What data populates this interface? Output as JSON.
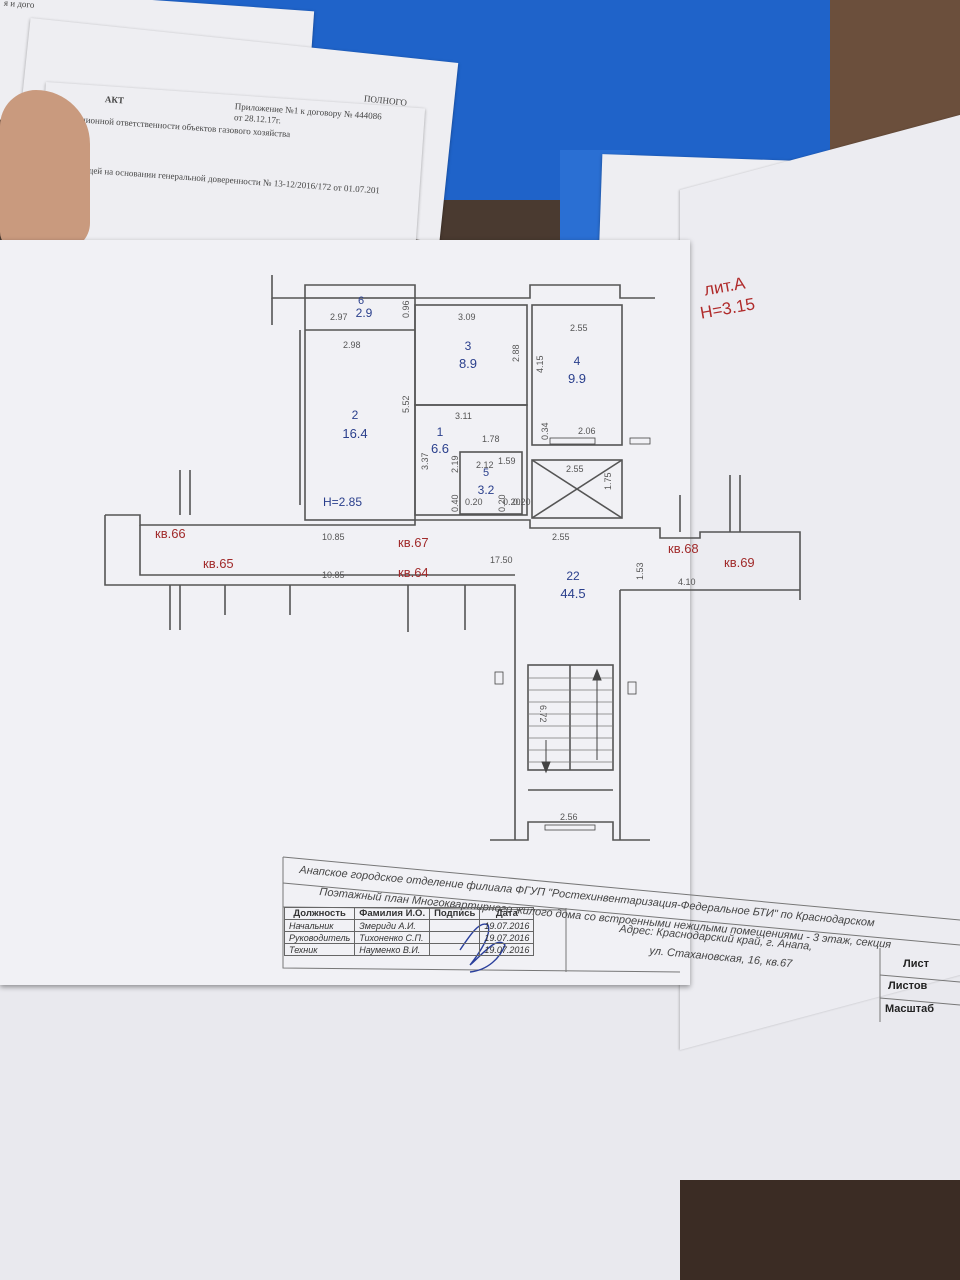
{
  "back_documents": {
    "doc1_fragment": "я и дого",
    "doc2_fragment": "ПОЛНОГО",
    "act_title": "АКТ",
    "annex": "Приложение №1 к договору № 444086",
    "annex_date": "от 28.12.17г.",
    "act_line1": "эксплуатационной ответственности объектов газового хозяйства",
    "act_line2": "действующей на основании генеральной доверенности № 13-12/2016/172 от 01.07.201"
  },
  "plan": {
    "lit_label": "лит.А",
    "height_label": "Н=3.15",
    "room_height": "Н=2.85",
    "rooms": [
      {
        "num": "6",
        "area": "2.9"
      },
      {
        "num": "3",
        "area": "8.9"
      },
      {
        "num": "4",
        "area": "9.9"
      },
      {
        "num": "2",
        "area": "16.4"
      },
      {
        "num": "1",
        "area": "6.6"
      },
      {
        "num": "5",
        "area": "3.2"
      },
      {
        "num": "22",
        "area": "44.5"
      }
    ],
    "dims": [
      "2.97",
      "0.96",
      "2.98",
      "3.09",
      "2.55",
      "2.88",
      "4.15",
      "5.52",
      "3.11",
      "0.34",
      "2.06",
      "1.78",
      "3.37",
      "2.19",
      "2.12",
      "1.59",
      "2.55",
      "1.75",
      "0.20",
      "0.20",
      "0.40",
      "0.20",
      "0.20",
      "10.85",
      "2.55",
      "17.50",
      "10.85",
      "1.53",
      "4.10",
      "6.72",
      "2.56"
    ],
    "apartments": [
      "кв.66",
      "кв.67",
      "кв.68",
      "кв.65",
      "кв.64",
      "кв.69"
    ]
  },
  "title_block": {
    "org": "Анапское городское отделение филиала ФГУП \"Ростехинвентаризация-Федеральное БТИ\" по Краснодарском",
    "plan_title": "Поэтажный план Многоквартирного жилого дома со встроенными нежилыми помещениями - 3 этаж, секция",
    "address_line1": "Адрес: Краснодарский край, г. Анапа,",
    "address_line2": "ул. Стахановская, 16, кв.67",
    "headers": [
      "Должность",
      "Фамилия И.О.",
      "Подпись",
      "Дата"
    ],
    "rows": [
      {
        "position": "Начальник",
        "name": "Змериди А.И.",
        "date": "19.07.2016"
      },
      {
        "position": "Руководитель",
        "name": "Тихоненко С.П.",
        "date": "19.07.2016"
      },
      {
        "position": "Техник",
        "name": "Науменко В.И.",
        "date": "19.07.2016"
      }
    ],
    "sheet_labels": [
      "Лист",
      "Листов",
      "Масштаб"
    ]
  }
}
